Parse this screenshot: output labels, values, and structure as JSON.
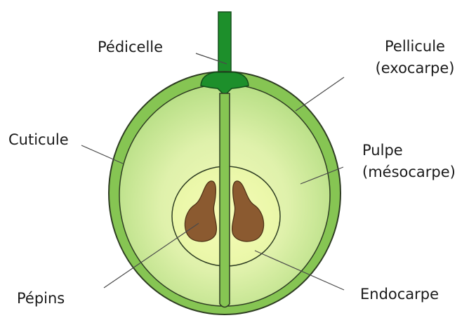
{
  "labels": {
    "pedicelle": "Pédicelle",
    "pellicule_line1": "Pellicule",
    "pellicule_line2": "(exocarpe)",
    "cuticule": "Cuticule",
    "pulpe_line1": "Pulpe",
    "pulpe_line2": "(mésocarpe)",
    "pepins": "Pépins",
    "endocarpe": "Endocarpe"
  },
  "colors": {
    "skin": "#7cbf4a",
    "flesh_outer": "#cbe89a",
    "flesh_inner": "#eff8b4",
    "stem": "#1a8a28",
    "seed": "#8b5a30",
    "outline": "#1a1a1a"
  }
}
